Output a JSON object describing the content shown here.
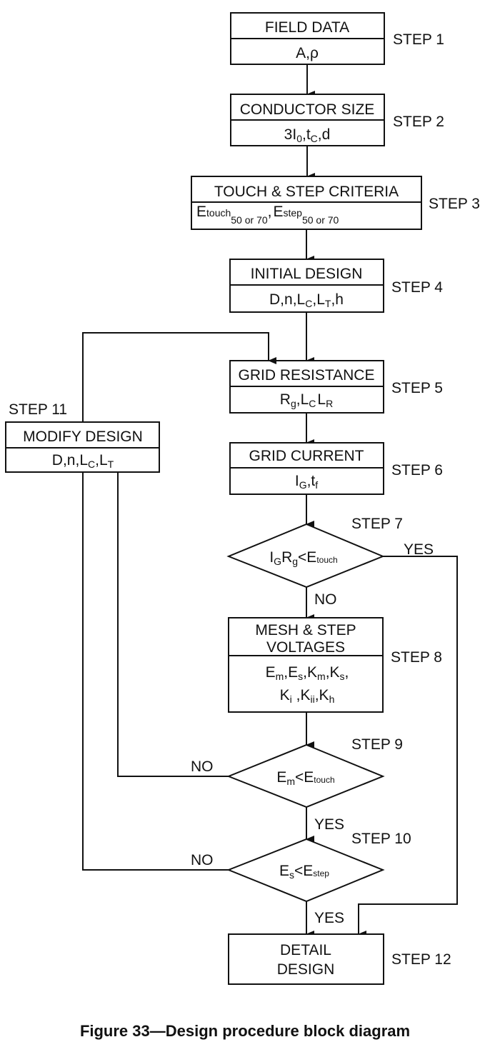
{
  "caption": "Figure 33—Design procedure block diagram",
  "steps": {
    "s1": {
      "step": "STEP 1",
      "title": "FIELD DATA",
      "vars": [
        "A",
        "ρ"
      ]
    },
    "s2": {
      "step": "STEP 2",
      "title": "CONDUCTOR SIZE",
      "vars": [
        "3I",
        "0",
        "t",
        "C",
        "d"
      ]
    },
    "s3": {
      "step": "STEP 3",
      "title": "TOUCH & STEP CRITERIA",
      "vars": [
        "E",
        "touch",
        "50 or 70",
        "E",
        "step",
        "50 or 70"
      ]
    },
    "s4": {
      "step": "STEP 4",
      "title": "INITIAL DESIGN",
      "vars": [
        "D",
        "n",
        "L",
        "C",
        "L",
        "T",
        "h"
      ]
    },
    "s5": {
      "step": "STEP 5",
      "title": "GRID RESISTANCE",
      "vars": [
        "R",
        "g",
        "L",
        "C",
        "L",
        "R"
      ]
    },
    "s6": {
      "step": "STEP 6",
      "title": "GRID CURRENT",
      "vars": [
        "I",
        "G",
        "t",
        "f"
      ]
    },
    "s7": {
      "step": "STEP 7",
      "vars": [
        "I",
        "G",
        "R",
        "g",
        "<E",
        "touch"
      ]
    },
    "s8": {
      "step": "STEP 8",
      "title1": "MESH & STEP",
      "title2": "VOLTAGES",
      "vars": [
        "E",
        "m",
        "E",
        "s",
        "K",
        "m",
        "K",
        "s",
        "K",
        "i",
        "K",
        "ii",
        "K",
        "h"
      ]
    },
    "s9": {
      "step": "STEP 9",
      "vars": [
        "E",
        "m",
        "<E",
        "touch"
      ]
    },
    "s10": {
      "step": "STEP 10",
      "vars": [
        "E",
        "s",
        "<E",
        "step"
      ]
    },
    "s11": {
      "step": "STEP 11",
      "title": "MODIFY DESIGN",
      "vars": [
        "D",
        "n",
        "L",
        "C",
        "L",
        "T"
      ]
    },
    "s12": {
      "step": "STEP 12",
      "title1": "DETAIL",
      "title2": "DESIGN"
    }
  },
  "labels": {
    "yes": "YES",
    "no": "NO"
  }
}
